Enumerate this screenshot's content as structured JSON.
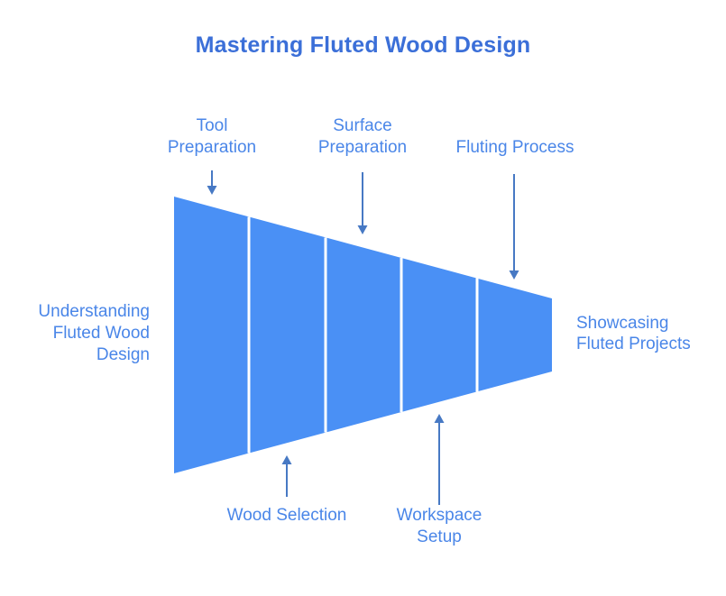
{
  "diagram": {
    "title": "Mastering Fluted Wood Design",
    "left_label": "Understanding\nFluted Wood\nDesign",
    "right_label": "Showcasing\nFluted Projects",
    "top_labels": [
      "Tool\nPreparation",
      "Surface\nPreparation",
      "Fluting Process"
    ],
    "bottom_labels": [
      "Wood Selection",
      "Workspace\nSetup"
    ],
    "stage_count": "5",
    "colors": {
      "funnel": "#4a90f5",
      "title": "#3b6fd8",
      "label": "#4a86e8",
      "arrow": "#4779c4",
      "divider": "#ffffff"
    }
  }
}
